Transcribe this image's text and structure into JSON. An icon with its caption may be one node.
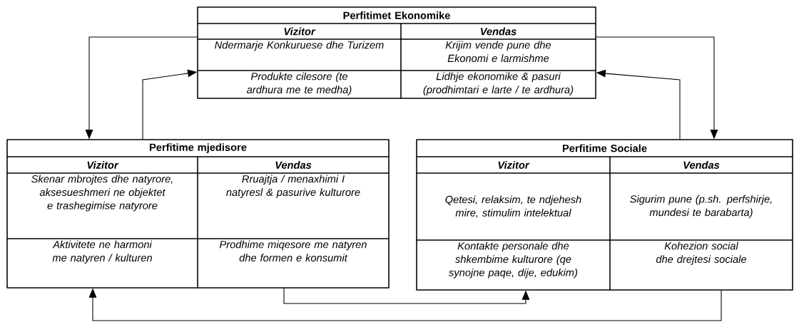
{
  "diagram": {
    "nodes": [
      {
        "text": [
          "Perfitimet Ekonomike",
          "Vizitor",
          "Vendas",
          "Ndermarje Konkuruese dhe Turizem",
          "Krijim vende pune dhe Ekonomi e larmishme",
          "Produkte cilesore (te ardhura me te medha)",
          "Lidhje ekonomike & pasuri (prodhimtari e larte / te ardhura)"
        ]
      },
      {
        "text": [
          "Perfitime mjedisore",
          "Vizitor",
          "Vendas",
          "Skenar mbrojtes dhe natyrore, aksesueshmeri ne objektet e trashegimise natyrore",
          "Rruajtja / menaxhimi I natyresl & pasurive kulturore",
          "Aktivitete ne harmoni me natyren / kulturen",
          "Prodhime miqesore me natyren dhe formen e konsumit"
        ]
      },
      {
        "text": [
          "Perfitime Sociale",
          "Vizitor",
          "Vendas",
          "Qetesi, relaksim, te ndjehesh mire, stimulim intelektual",
          "Sigurim pune (p.sh. perfshirje, mundesi te barabarta)",
          "Kontakte personale dhe shkembime kulturore (qe synojne paqe, dije, edukim)",
          "Kohezion social dhe drejtesi sociale"
        ]
      }
    ],
    "edges": [
      {
        "from": 0,
        "to": 1,
        "arrow": "to"
      },
      {
        "from": 1,
        "to": 0,
        "arrow": "to"
      },
      {
        "from": 0,
        "to": 2,
        "arrow": "to"
      },
      {
        "from": 2,
        "to": 0,
        "arrow": "to"
      },
      {
        "from": 1,
        "to": 2,
        "arrow": "to"
      },
      {
        "from": 2,
        "to": 1,
        "arrow": "to"
      }
    ]
  }
}
